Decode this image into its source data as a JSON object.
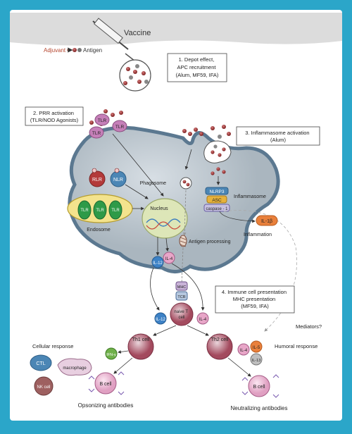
{
  "colors": {
    "frame": "#2ba6c9",
    "panel": "#ffffff",
    "membrane_top": "#d9d9d9",
    "cell_fill": "#b9c4cc",
    "cell_border": "#5b7890",
    "tlr_purple": "#c57fb8",
    "nlr_blue": "#4b86b5",
    "rlr_red": "#b33a3a",
    "endosome_green": "#2e9a48",
    "endosome_yellow": "#f3e38d",
    "nucleus": "#dde6b8",
    "il1b_orange": "#e9803b",
    "naive_cell": "#a34a5e",
    "bcell_pink": "#e8a6c8",
    "antigen_red": "#9a3a3a"
  },
  "labels": {
    "vaccine": "Vaccine",
    "adjuvant": "Adjuvant",
    "antigen": "Antigen",
    "step1": [
      "1. Depot effect,",
      "APC recruitment",
      "(Alum, MF59, IFA)"
    ],
    "step2": [
      "2. PRR activation",
      "(TLR/NOD Agonists)"
    ],
    "step3": [
      "3. Inflammasome activation",
      "(Alum)"
    ],
    "step4": [
      "4. Immune cell presentation",
      "MHC presentation",
      "(MF59, IFA)"
    ],
    "tlr": "TLR",
    "rlr": "RLR",
    "nlr": "NLR",
    "endosome": "Endosome",
    "nucleus": "Nucleus",
    "phagosome": "Phagosome",
    "nlrp3": "NLRP3",
    "asc": "ASC",
    "caspase": "caspase - 1",
    "inflammasome": "Inflammasome",
    "il1b": "IL-1β",
    "inflammation": "Inflammation",
    "antigen_processing": "Antigen processing",
    "il12": "IL-12",
    "il4": "IL-4",
    "mhc": "MHC",
    "tcr": "TCR",
    "naive_t_cell": [
      "naive T",
      "cell"
    ],
    "mediators": "Mediators?",
    "th1": "Th1 cell",
    "th2": "Th2 cell",
    "cellular_response": "Cellular response",
    "humoral_response": "Humoral response",
    "ifng": "IFN-γ",
    "ctl": "CTL",
    "macrophage": "macrophage",
    "nk_cell": "NK cell",
    "b_cell": "B cell",
    "il5": "IL-5",
    "il13": "IL-13",
    "opsonizing": "Opsonizing antibodies",
    "neutralizing": "Neutralizing antibodies"
  }
}
